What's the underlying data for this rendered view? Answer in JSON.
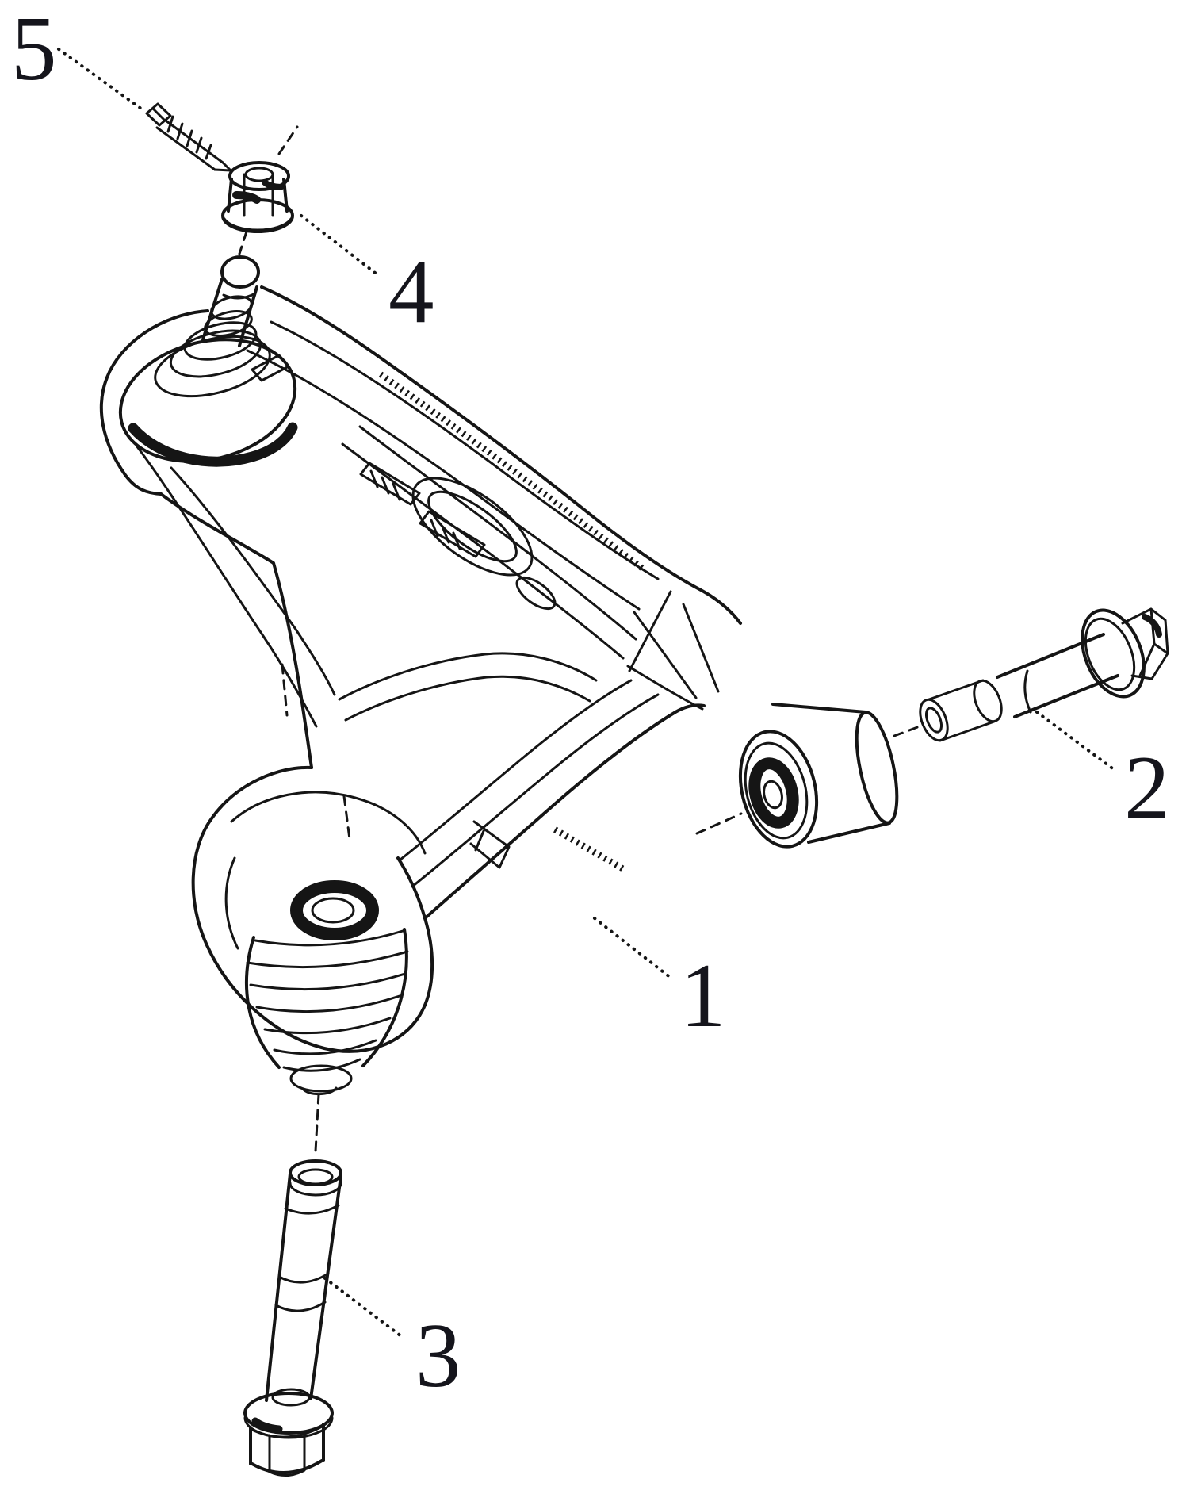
{
  "figure": {
    "background_color": "#ffffff",
    "line_color": "#151515",
    "label_color": "#15151c"
  },
  "labels": {
    "part1": "1",
    "part2": "2",
    "part3": "3",
    "part4": "4",
    "part5": "5"
  }
}
